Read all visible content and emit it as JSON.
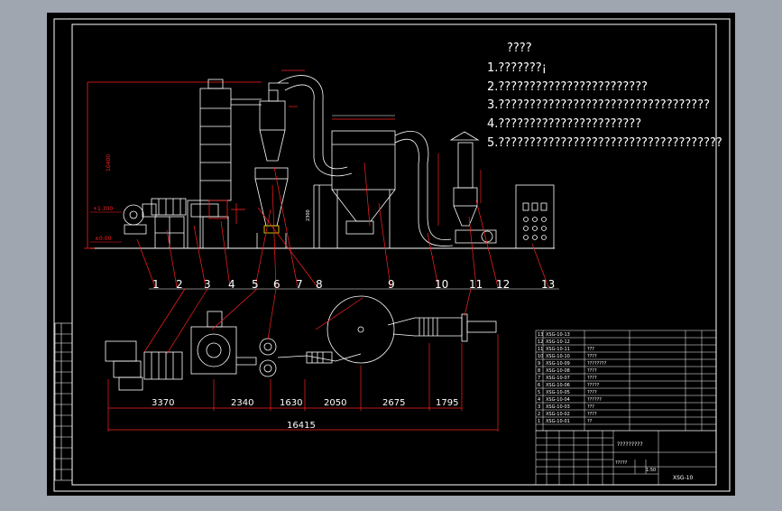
{
  "notes": {
    "heading": "????",
    "items": [
      "1.???????¡",
      "2.????????????????????????",
      "3.??????????????????????????????????",
      "4.???????????????????????",
      "5.????????????????????????????????????"
    ]
  },
  "elevation": {
    "left_upper": "+1.300",
    "left_lower": "±0.00",
    "overall_height": "10400",
    "furnace_height": "2300"
  },
  "balloons": [
    "1",
    "2",
    "3",
    "4",
    "5",
    "6",
    "7",
    "8",
    "9",
    "10",
    "11",
    "12",
    "13"
  ],
  "plan_dimensions": {
    "segments": [
      "3370",
      "2340",
      "1630",
      "2050",
      "2675",
      "1795"
    ],
    "total": "16415"
  },
  "parts_table": {
    "rows": [
      [
        "13",
        "XSG-10-13",
        "",
        ""
      ],
      [
        "12",
        "XSG-10-12",
        "",
        ""
      ],
      [
        "11",
        "XSG-10-11",
        "???",
        ""
      ],
      [
        "10",
        "XSG-10-10",
        "????",
        ""
      ],
      [
        "9",
        "XSG-10-09",
        "????????",
        ""
      ],
      [
        "8",
        "XSG-10-08",
        "????",
        ""
      ],
      [
        "7",
        "XSG-10-07",
        "????",
        ""
      ],
      [
        "6",
        "XSG-10-06",
        "?????",
        ""
      ],
      [
        "5",
        "XSG-10-05",
        "????",
        ""
      ],
      [
        "4",
        "XSG-10-04",
        "??????",
        ""
      ],
      [
        "3",
        "XSG-10-03",
        "???",
        ""
      ],
      [
        "2",
        "XSG-10-02",
        "????",
        ""
      ],
      [
        "1",
        "XSG-10-01",
        "??",
        ""
      ]
    ],
    "header": [
      "?",
      "?",
      "?",
      "?"
    ]
  },
  "title_block": {
    "drawing_title": "?????????",
    "drawing_number": "XSG-10",
    "scale_cells": [
      "?????",
      "1:50"
    ]
  },
  "colors": {
    "sheet": "#000000",
    "frame": "#ffffff",
    "equipment": "#ffffff",
    "dimension": "#ff2020",
    "pipe": "#ffffff"
  }
}
